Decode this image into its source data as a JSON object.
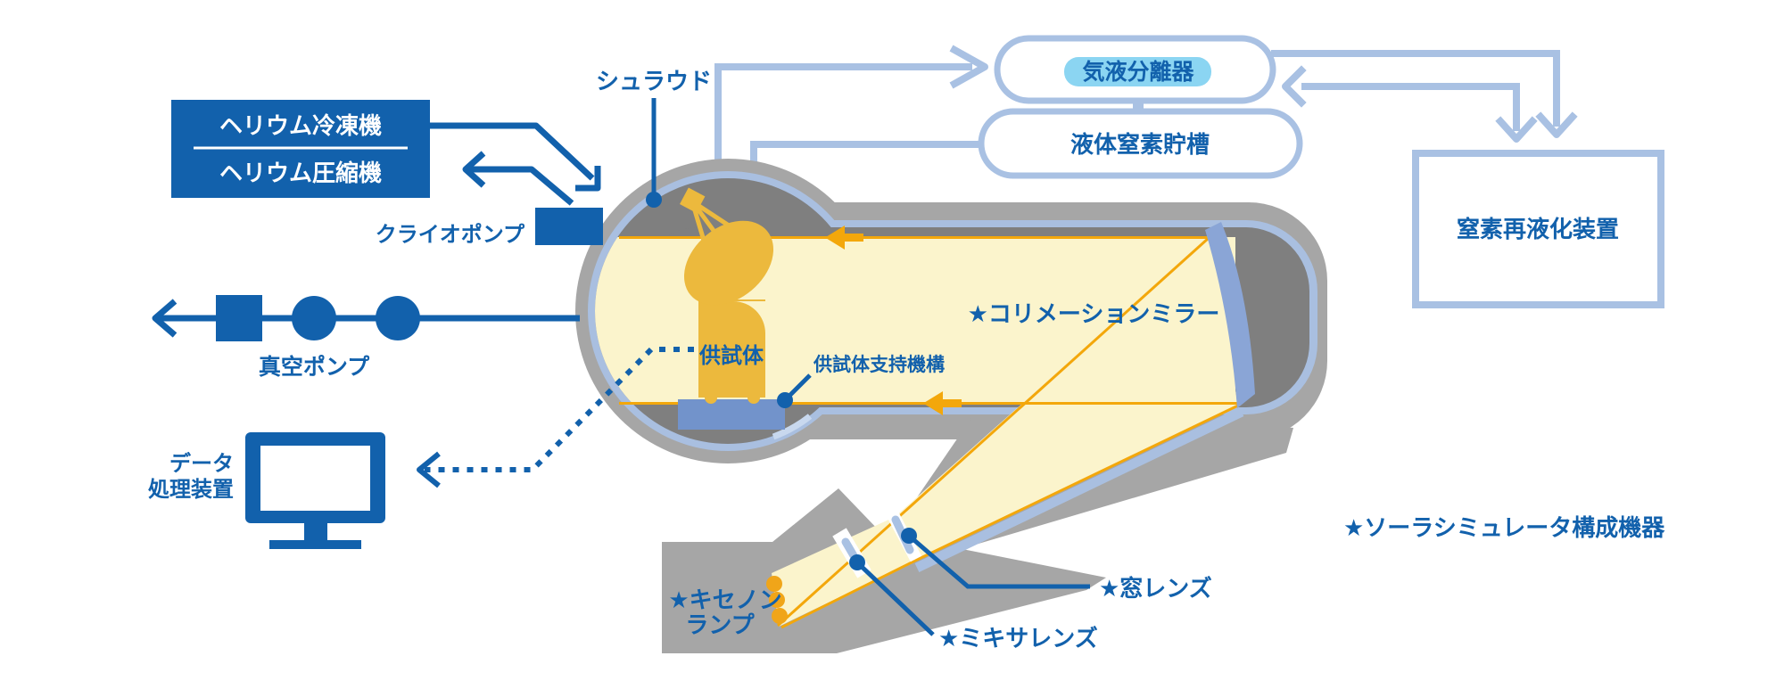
{
  "diagram": {
    "labels": {
      "shroud": "シュラウド",
      "cryo_pump": "クライオポンプ",
      "vacuum_pump": "真空ポンプ",
      "specimen": "供試体",
      "specimen_support": "供試体支持機構",
      "collimation_mirror": "★コリメーションミラー",
      "xenon_lamp_line1": "★キセノン",
      "xenon_lamp_line2": "ランプ",
      "window_lens": "★窓レンズ",
      "mixer_lens": "★ミキサレンズ",
      "solar_simulator_legend": "★ソーラシミュレータ構成機器",
      "data_processor_line1": "データ",
      "data_processor_line2": "処理装置"
    },
    "helium_box": {
      "line1": "ヘリウム冷凍機",
      "line2": "ヘリウム圧縮機"
    },
    "nitrogen_system": {
      "gas_liquid_separator": "気液分離器",
      "liquid_nitrogen_tank": "液体窒素貯槽",
      "nitrogen_reliquefier": "窒素再液化装置"
    },
    "colors": {
      "dark_blue": "#1261ac",
      "pipe_light_blue": "#a9c1e3",
      "lining_periwinkle": "#a9bfe0",
      "mirror_periwinkle": "#8aa5d6",
      "platform_blue": "#7293cb",
      "wall_gray": "#a6a6a6",
      "interior_gray": "#7f7f7f",
      "beam_yellow": "#fbf4cc",
      "satellite_gold": "#ecb93d",
      "beam_orange": "#f3a70b",
      "highlight_cyan": "#8bd5f2"
    }
  }
}
